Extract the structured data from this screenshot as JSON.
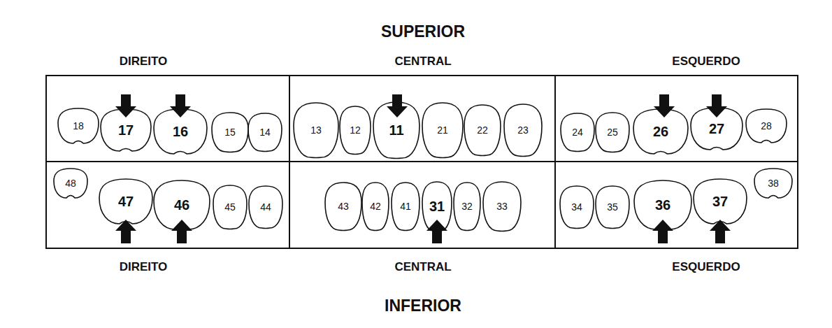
{
  "diagram": {
    "nodes": [
      {
        "text": [
          "DIREITO"
        ]
      },
      {
        "text": [
          "18"
        ],
        "in": 0
      },
      {
        "text": [
          "17"
        ],
        "in": 0
      },
      {
        "text": [
          "16"
        ],
        "in": 0
      },
      {
        "text": [
          "15"
        ],
        "in": 0
      },
      {
        "text": [
          "14"
        ],
        "in": 0
      },
      {
        "text": [
          "CENTRAL"
        ]
      },
      {
        "text": [
          "13"
        ],
        "in": 6
      },
      {
        "text": [
          "12"
        ],
        "in": 6
      },
      {
        "text": [
          "11"
        ],
        "in": 6
      },
      {
        "text": [
          "21"
        ],
        "in": 6
      },
      {
        "text": [
          "22"
        ],
        "in": 6
      },
      {
        "text": [
          "23"
        ],
        "in": 6
      },
      {
        "text": [
          "ESQUERDO"
        ]
      },
      {
        "text": [
          "24"
        ],
        "in": 13
      },
      {
        "text": [
          "25"
        ],
        "in": 13
      },
      {
        "text": [
          "26"
        ],
        "in": 13
      },
      {
        "text": [
          "27"
        ],
        "in": 13
      },
      {
        "text": [
          "28"
        ],
        "in": 13
      },
      {
        "text": [
          "DIREITO"
        ]
      },
      {
        "text": [
          "48"
        ],
        "in": 19
      },
      {
        "text": [
          "47"
        ],
        "in": 19
      },
      {
        "text": [
          "46"
        ],
        "in": 19
      },
      {
        "text": [
          "45"
        ],
        "in": 19
      },
      {
        "text": [
          "44"
        ],
        "in": 19
      },
      {
        "text": [
          "CENTRAL"
        ]
      },
      {
        "text": [
          "43"
        ],
        "in": 25
      },
      {
        "text": [
          "42"
        ],
        "in": 25
      },
      {
        "text": [
          "41"
        ],
        "in": 25
      },
      {
        "text": [
          "31"
        ],
        "in": 25
      },
      {
        "text": [
          "32"
        ],
        "in": 25
      },
      {
        "text": [
          "33"
        ],
        "in": 25
      },
      {
        "text": [
          "ESQUERDO"
        ]
      },
      {
        "text": [
          "34"
        ],
        "in": 32
      },
      {
        "text": [
          "35"
        ],
        "in": 32
      },
      {
        "text": [
          "36"
        ],
        "in": 32
      },
      {
        "text": [
          "37"
        ],
        "in": 32
      },
      {
        "text": [
          "38"
        ],
        "in": 32
      }
    ],
    "labels": [
      "SUPERIOR",
      "INFERIOR"
    ]
  }
}
